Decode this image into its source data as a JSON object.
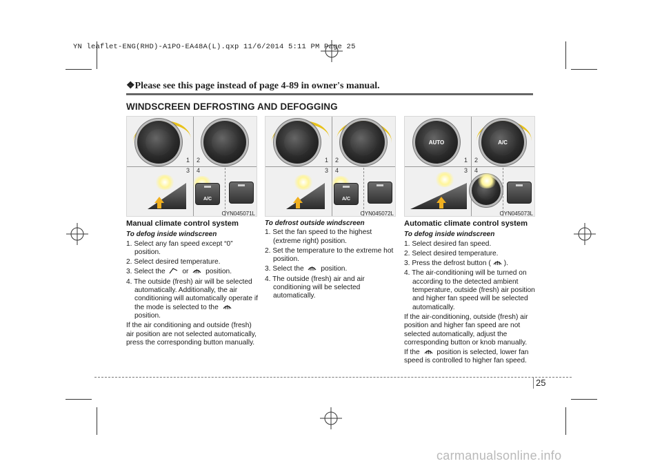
{
  "slug": "YN leaflet-ENG(RHD)-A1PO-EA48A(L).qxp  11/6/2014  5:11 PM  Page 25",
  "banner": "❖Please see this page instead of page 4-89 in owner's manual.",
  "section_title": "WINDSCREEN DEFROSTING AND DEFOGGING",
  "panels": [
    {
      "code": "OYN045071L",
      "n1": "1",
      "n2": "2",
      "n3": "3",
      "n4": "4",
      "ac": "A/C"
    },
    {
      "code": "OYN045072L",
      "n1": "1",
      "n2": "2",
      "n3": "3",
      "n4": "4",
      "ac": "A/C"
    },
    {
      "code": "OYN045073L",
      "n1": "1",
      "n2": "2",
      "n3": "3",
      "n4": "4",
      "ac": "A/C",
      "auto": "AUTO"
    }
  ],
  "col1": {
    "heading": "Manual climate control system",
    "subheading": "To defog inside windscreen",
    "step1": "1. Select any fan speed except “0” position.",
    "step2": "2. Select desired temperature.",
    "step3a": "3. Select the",
    "step3b": "or",
    "step3c": "position.",
    "step4a": "4. The outside (fresh) air will be selected automatically. Additionally, the air conditioning will automatically operate if the mode is selected to the",
    "step4b": "position.",
    "note": "If the air conditioning and outside (fresh) air position are not selected automatically, press the corresponding button manually."
  },
  "col2": {
    "subheading": "To defrost outside windscreen",
    "step1": "1. Set the fan speed to the highest (extreme right) position.",
    "step2": "2. Set the temperature to the extreme hot position.",
    "step3a": "3. Select the",
    "step3b": "position.",
    "step4": "4. The outside (fresh) air and air conditioning will be selected automatically."
  },
  "col3": {
    "heading": "Automatic climate control system",
    "subheading": "To defog inside windscreen",
    "step1": "1. Select desired fan speed.",
    "step2": "2. Select desired temperature.",
    "step3a": "3. Press the defrost button (",
    "step3b": ").",
    "step4": "4. The air-conditioning will be turned on according to the detected ambient temperature, outside (fresh) air position and higher fan speed will be selected automatically.",
    "note1": "If the air-conditioning, outside (fresh) air position and higher fan speed are not selected automatically, adjust the corresponding button or knob manually.",
    "note2a": "If the",
    "note2b": "position is selected, lower fan speed is controlled to higher fan speed."
  },
  "page_number": "25",
  "watermark": "carmanualsonline.info",
  "colors": {
    "accent_yellow": "#e8c21a",
    "arrow_orange": "#f0b020",
    "rule": "#666666"
  },
  "icons": [
    "defrost-icon",
    "floor-defrost-icon",
    "yellow-rotation-arrow",
    "up-arrow"
  ]
}
